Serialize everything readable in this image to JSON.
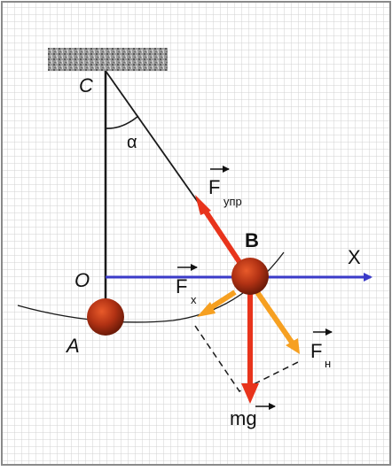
{
  "labels": {
    "point_c": "C",
    "point_o": "O",
    "point_a": "A",
    "point_b": "B",
    "angle": "α",
    "axis_x": "X",
    "f_upr_main": "F",
    "f_upr_sub": "упр",
    "f_x_main": "F",
    "f_x_sub": "x",
    "f_n_main": "F",
    "f_n_sub": "н",
    "mg": "mg"
  },
  "colors": {
    "grid": "#d2d2d2",
    "border": "#8a8a8a",
    "string": "#1a1a1a",
    "axis": "#3a3ac8",
    "red_force": "#e8341c",
    "orange_force": "#f6a021",
    "ball": "#b23214"
  }
}
